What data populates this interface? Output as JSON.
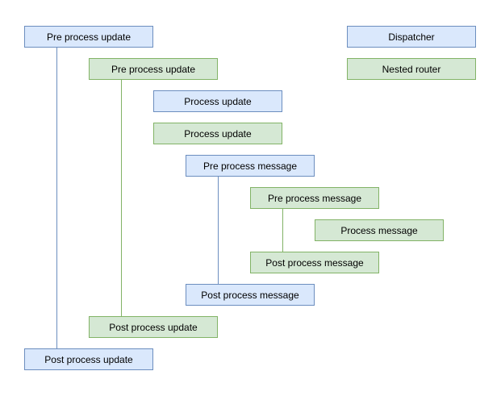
{
  "diagram": {
    "colors": {
      "dispatcher_fill": "#dae8fc",
      "dispatcher_border": "#6c8ebf",
      "router_fill": "#d5e8d4",
      "router_border": "#82b366"
    },
    "legend": [
      {
        "label": "Dispatcher",
        "type": "dispatcher"
      },
      {
        "label": "Nested router",
        "type": "router"
      }
    ],
    "nodes": [
      {
        "label": "Pre process update",
        "type": "dispatcher"
      },
      {
        "label": "Pre process update",
        "type": "router"
      },
      {
        "label": "Process update",
        "type": "dispatcher"
      },
      {
        "label": "Process update",
        "type": "router"
      },
      {
        "label": "Pre process message",
        "type": "dispatcher"
      },
      {
        "label": "Pre process message",
        "type": "router"
      },
      {
        "label": "Process message",
        "type": "router"
      },
      {
        "label": "Post process message",
        "type": "router"
      },
      {
        "label": "Post process message",
        "type": "dispatcher"
      },
      {
        "label": "Post process update",
        "type": "router"
      },
      {
        "label": "Post process update",
        "type": "dispatcher"
      }
    ],
    "connectors": [
      {
        "name": "dispatcher-update-span",
        "type": "dispatcher"
      },
      {
        "name": "router-update-span",
        "type": "router"
      },
      {
        "name": "dispatcher-message-span",
        "type": "dispatcher"
      },
      {
        "name": "router-message-span",
        "type": "router"
      }
    ]
  }
}
